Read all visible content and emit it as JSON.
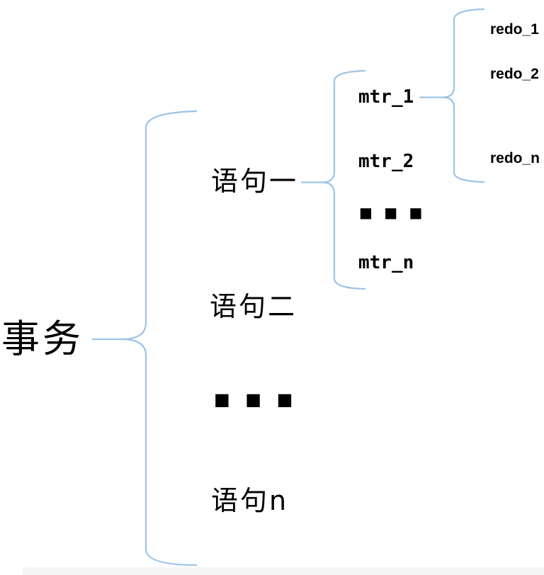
{
  "tree": {
    "root_label": "事务",
    "statements": [
      "语句一",
      "语句二",
      "■ ■ ■",
      "语句n"
    ],
    "mtrs": [
      "mtr_1",
      "mtr_2",
      "■ ■ ■",
      "mtr_n"
    ],
    "redos": [
      "redo_1",
      "redo_2",
      "redo_n"
    ]
  },
  "colors": {
    "brace": "#9CC3E6",
    "text": "#000000",
    "background": "#FFFFFF"
  }
}
